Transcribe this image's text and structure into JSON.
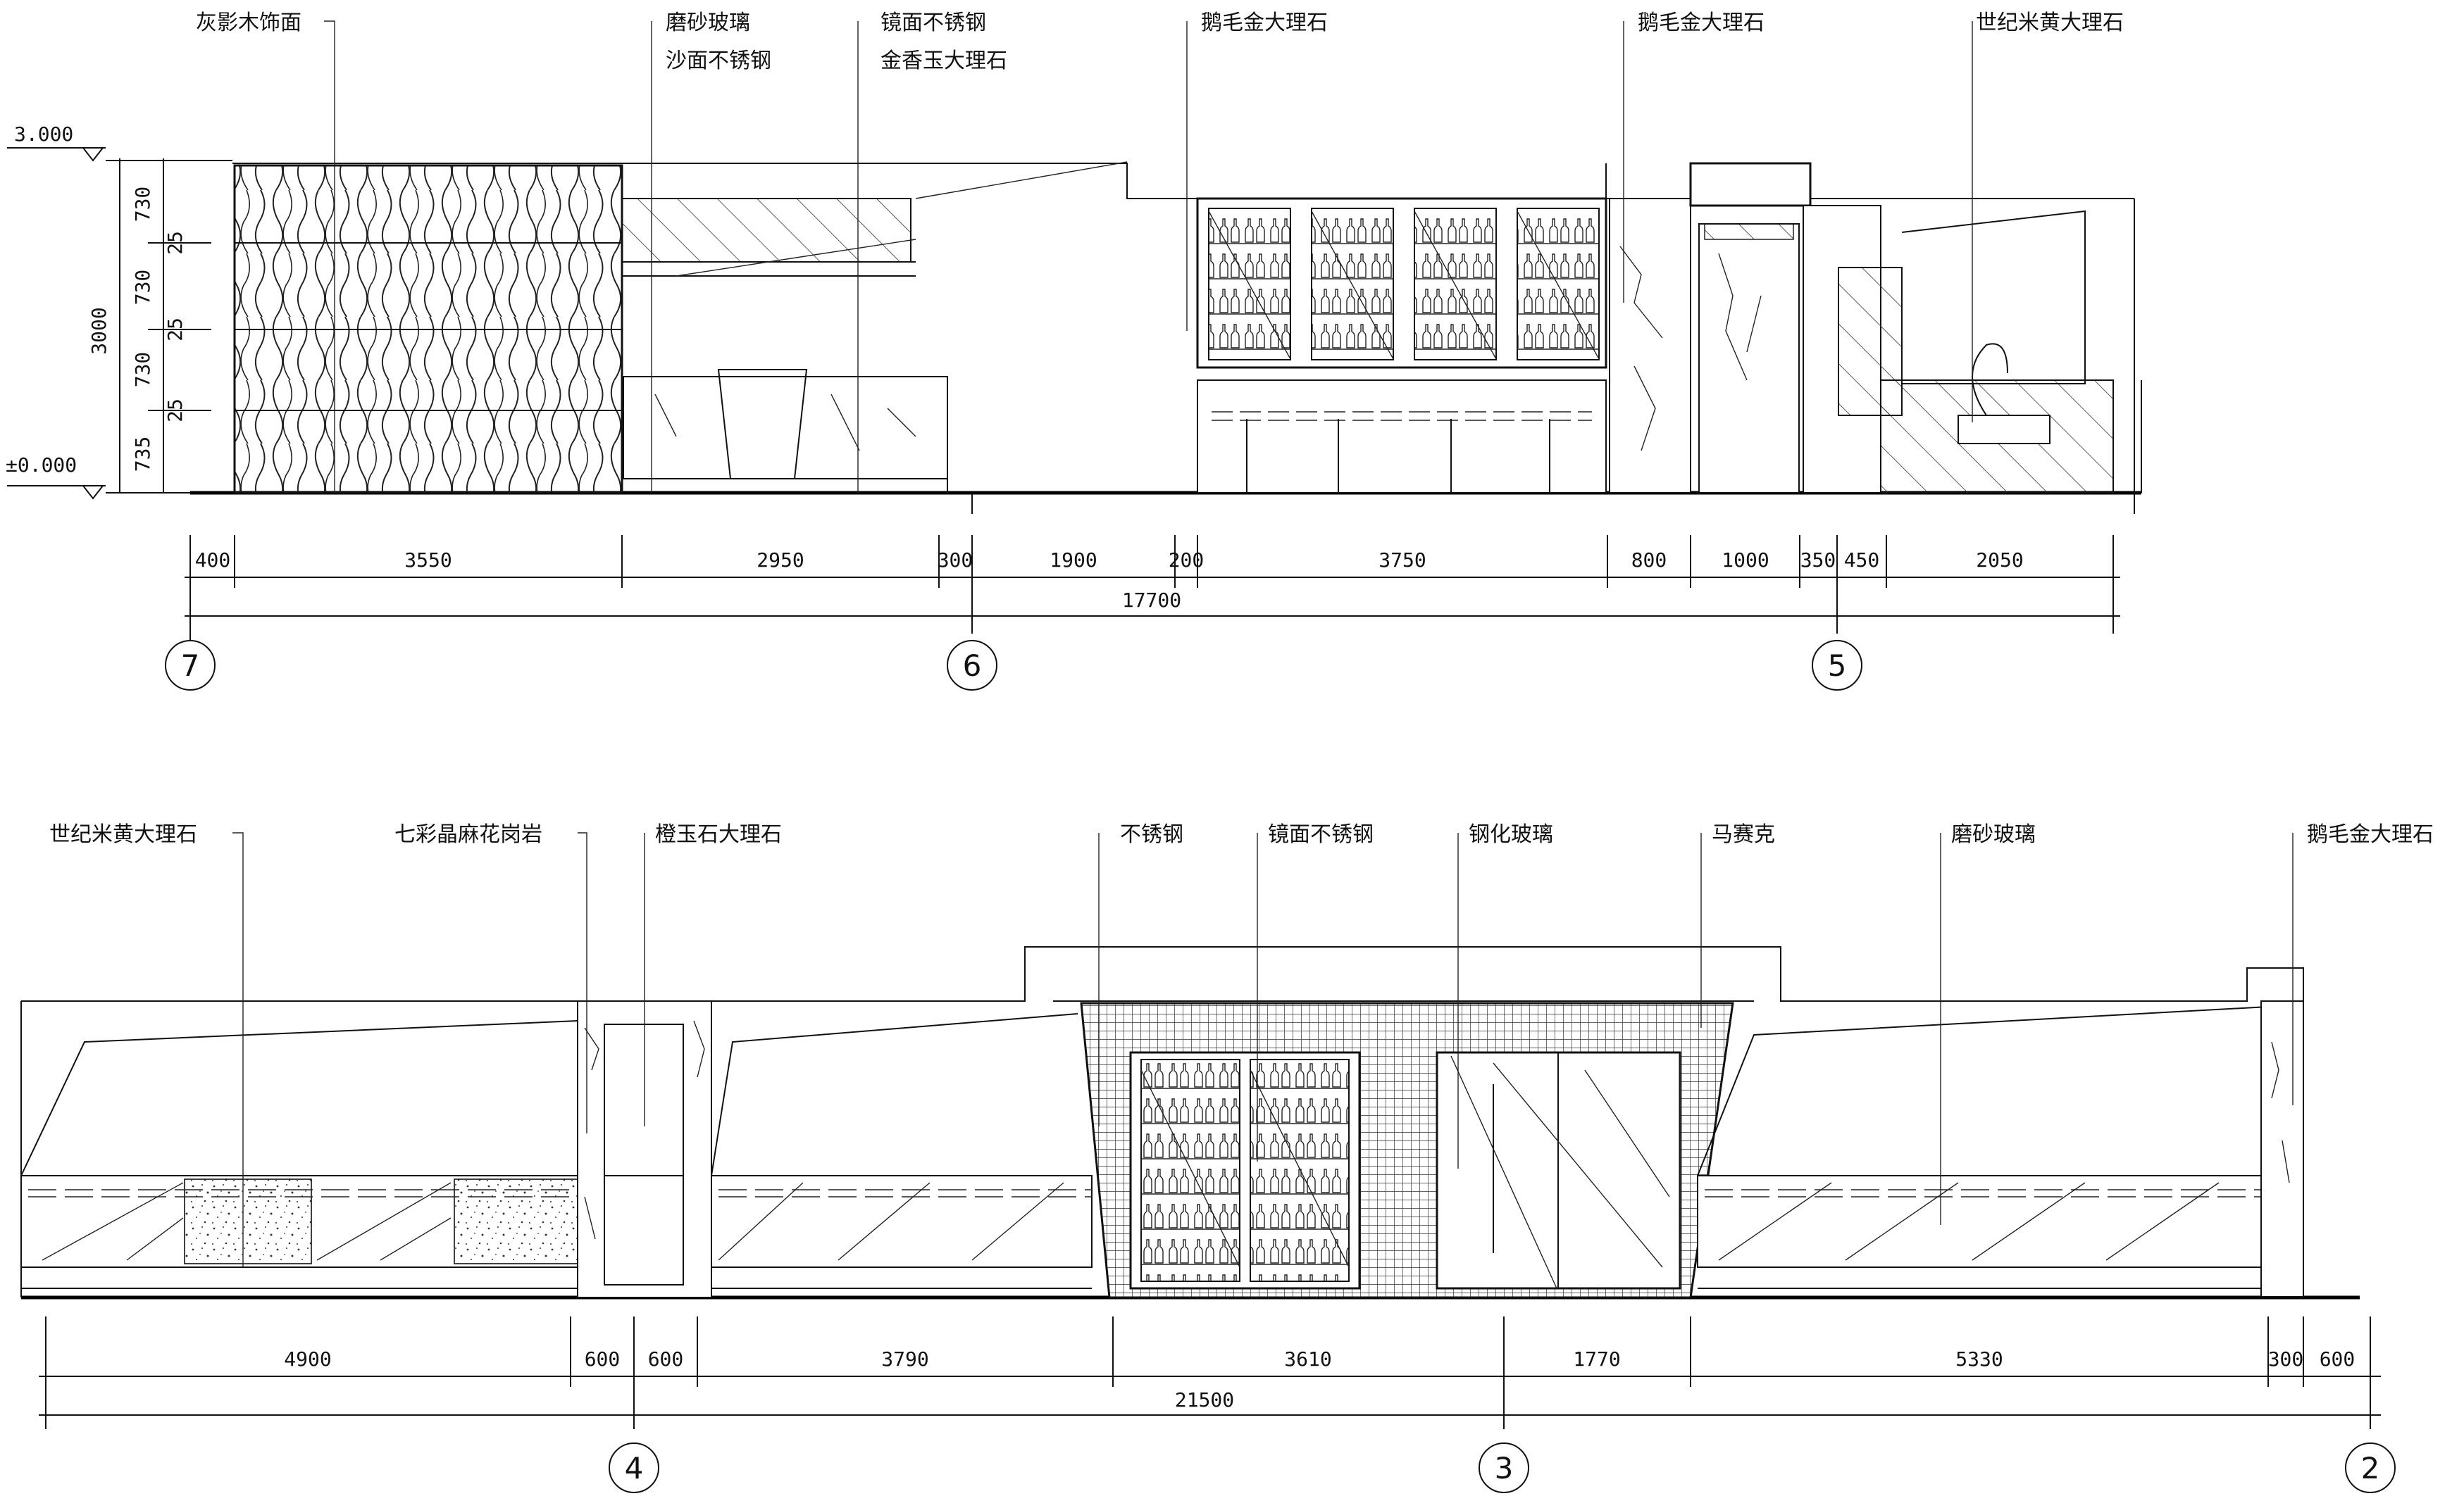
{
  "elevation_top": {
    "levels": {
      "top": "3.000",
      "bottom": "±0.000"
    },
    "height_total": "3000",
    "height_segments": [
      "730",
      "25",
      "730",
      "25",
      "730",
      "25",
      "735"
    ],
    "labels": [
      "灰影木饰面",
      "磨砂玻璃",
      "沙面不锈钢",
      "镜面不锈钢",
      "金香玉大理石",
      "鹅毛金大理石",
      "鹅毛金大理石",
      "世纪米黄大理石"
    ],
    "dims": [
      "400",
      "3550",
      "2950",
      "300",
      "1900",
      "200",
      "3750",
      "800",
      "1000",
      "350",
      "450",
      "2050"
    ],
    "total": "17700",
    "axes": [
      "7",
      "6",
      "5"
    ]
  },
  "elevation_bottom": {
    "labels": [
      "世纪米黄大理石",
      "七彩晶麻花岗岩",
      "橙玉石大理石",
      "不锈钢",
      "镜面不锈钢",
      "钢化玻璃",
      "马赛克",
      "磨砂玻璃",
      "鹅毛金大理石"
    ],
    "dims": [
      "4900",
      "600",
      "600",
      "3790",
      "3610",
      "1770",
      "5330",
      "300",
      "600"
    ],
    "total": "21500",
    "axes": [
      "4",
      "3",
      "2"
    ]
  }
}
